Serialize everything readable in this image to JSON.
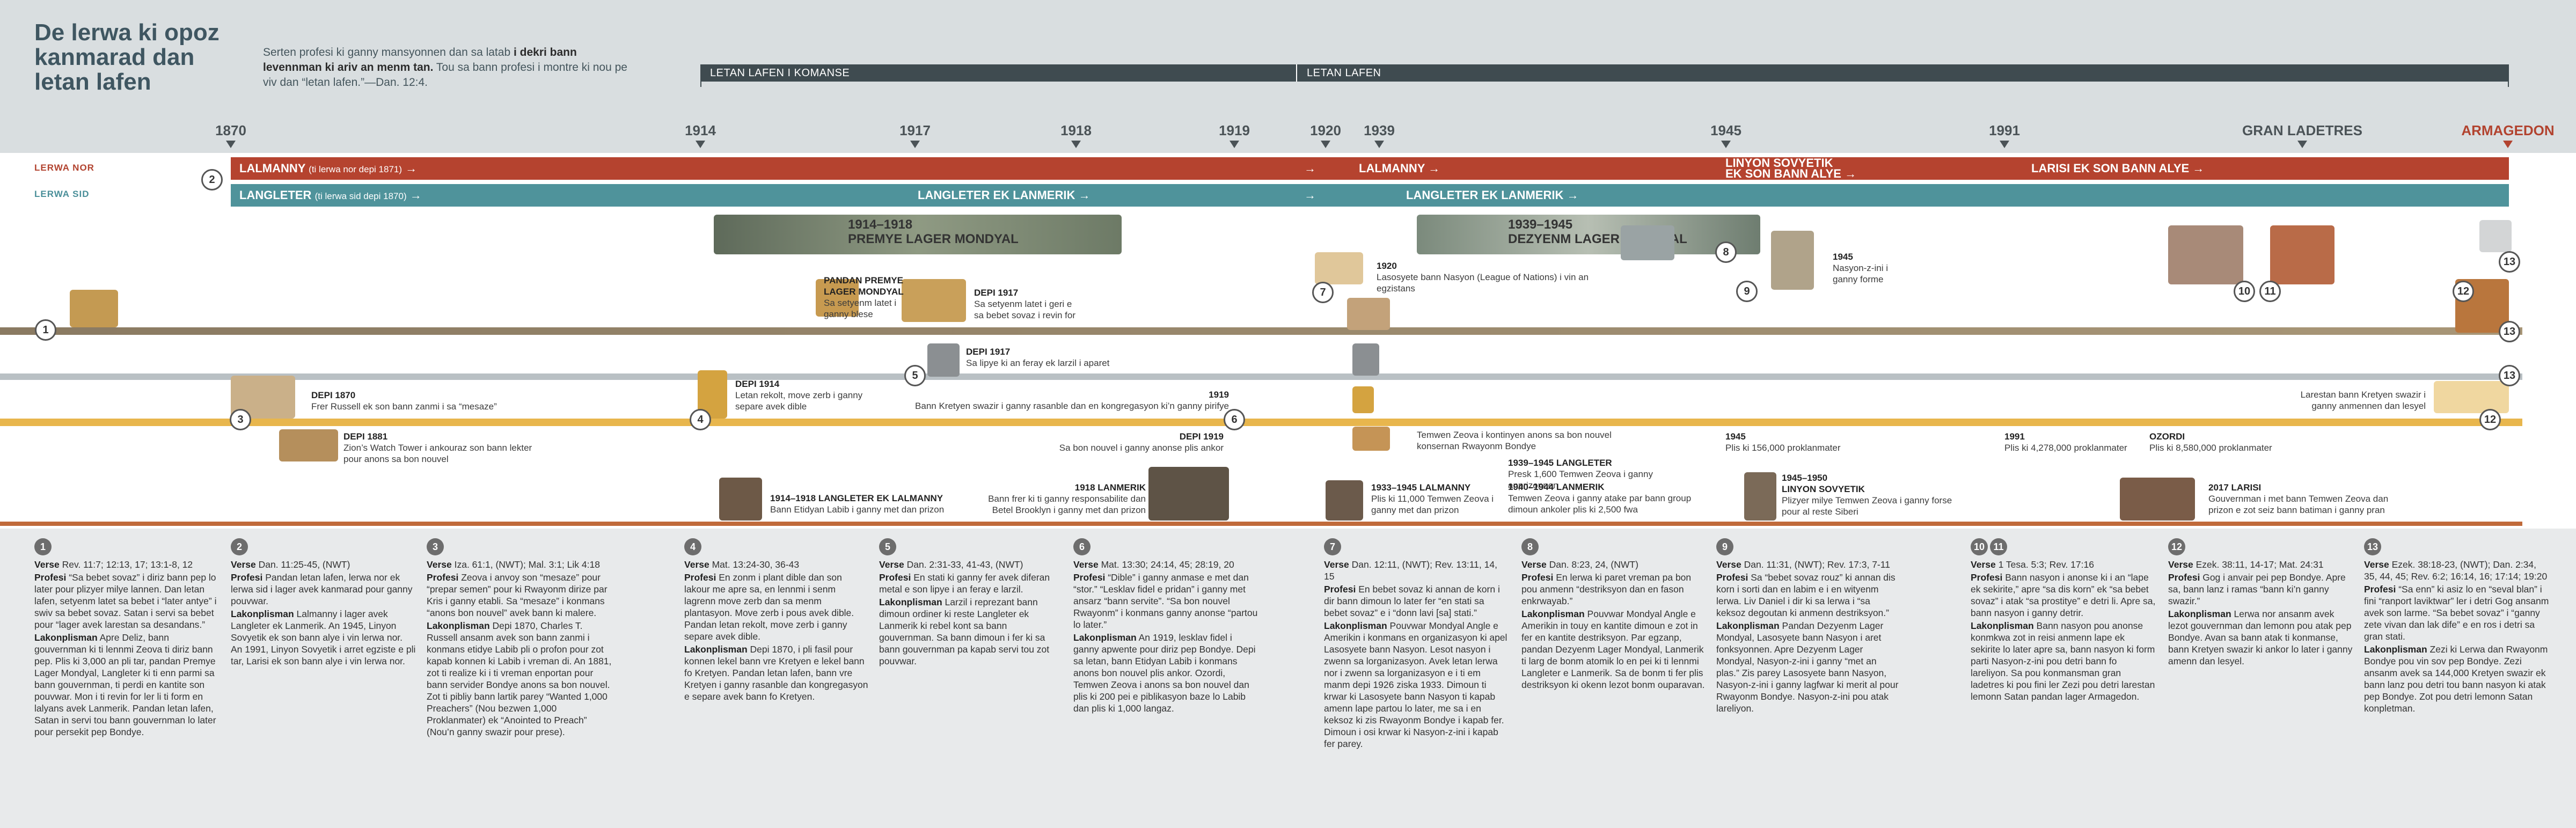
{
  "title": "De lerwa ki opoz kanmarad dan letan lafen",
  "intro": {
    "before": "Serten profesi ki ganny mansyonnen dan sa latab ",
    "bold": "i dekri bann levennman ki ariv an menm tan.",
    "after": " Tou sa bann profesi i montre ki nou pe viv dan “letan lafen.”—Dan. 12:4."
  },
  "eras": {
    "first": "LETAN LAFEN I KOMANSE",
    "second": "LETAN LAFEN"
  },
  "years": [
    "1870",
    "1914",
    "1917",
    "1918",
    "1919",
    "1920",
    "1939",
    "1945",
    "1991",
    "GRAN LADETRES",
    "ARMAGEDON"
  ],
  "lanes": {
    "north_label": "LERWA NOR",
    "south_label": "LERWA SID",
    "north_1_main": "LALMANNY",
    "north_1_sub": "(ti lerwa nor depi 1871)",
    "north_2": "LALMANNY",
    "north_3a": "LINYON SOVYETIK",
    "north_3b": "EK SON BANN ALYE",
    "north_4": "LARISI EK SON BANN ALYE",
    "south_1_main": "LANGLETER",
    "south_1_sub": "(ti lerwa sid depi 1870)",
    "south_2": "LANGLETER EK LANMERIK",
    "south_3": "LANGLETER EK LANMERIK",
    "arrow": "→"
  },
  "wars": {
    "ww1": "1914–1918\nPREMYE LAGER MONDYAL",
    "ww2": "1939–1945\nDEZYENM LAGER MONDYAL"
  },
  "captions": {
    "c1870": "DEPI 1870",
    "c1870_text": "Frer Russell ek son bann zanmi i sa “mesaze”",
    "c1881": "DEPI 1881",
    "c1881_text": "Zion’s Watch Tower i ankouraz son bann lekter pour anons sa bon nouvel",
    "c1914": "DEPI 1914",
    "c1914_text": "Letan rekolt, move zerb i ganny separe avek dible",
    "c_panther": "PANDAN PREMYE LAGER MONDYAL",
    "c_panther_text": "Sa setyenm latet i ganny blese",
    "c1917a": "DEPI 1917",
    "c1917a_text": "Sa setyenm latet i geri e sa bebet sovaz i revin for",
    "c1917b": "DEPI 1917",
    "c1917b_text": "Sa lipye ki an feray ek larzil i aparet",
    "c1919": "1919",
    "c1919_text": "Bann Kretyen swazir i ganny rasanble dan en kongregasyon ki’n ganny pirifye",
    "c1919b": "DEPI 1919",
    "c1919b_text": "Sa bon nouvel i ganny anonse plis ankor",
    "c1920": "1920",
    "c1920_text": "Lasosyete bann Nasyon (League of Nations) i vin an egzistans",
    "c1945un": "1945",
    "c1945un_text": "Nasyon-z-ini i ganny forme",
    "c_jw": "Temwen Zeova i kontinyen anons sa bon nouvel konsernan Rwayonm Bondye",
    "c1945p": "1945",
    "c1945p_text": "Plis ki 156,000 proklanmater",
    "c1991p": "1991",
    "c1991p_text": "Plis ki 4,278,000 proklanmater",
    "c2023": "OZORDI",
    "c2023_text": "Plis ki 8,580,000 proklanmater",
    "c_rest": "Larestan bann Kretyen swazir i ganny anmennen dan lesyel",
    "c1939": "1939–1945 LANGLETER",
    "c1939_text": "Presk 1,600 Temwen Zeova i ganny anprizonnen",
    "c1940": "1940–1944 LANMERIK",
    "c1940_text": "Temwen Zeova i ganny atake par bann group dimoun ankoler plis ki 2,500 fwa",
    "c1933": "1933–1945 LALMANNY",
    "c1933_text": "Plis ki 11,000 Temwen Zeova i ganny met dan prizon",
    "c1950": "1945–1950",
    "c1950b": "LINYON SOVYETIK",
    "c1950_text": "Plizyer milye Temwen Zeova i ganny forse pour al reste Siberi",
    "c2017": "2017 LARISI",
    "c2017_text": "Gouvernman i met bann Temwen Zeova dan prizon e zot seiz bann batiman i ganny pran",
    "c1914ger": "1914–1918 LANGLETER EK LALMANNY",
    "c1914ger_text": "Bann Etidyan Labib i ganny met dan prizon",
    "c1918": "1918 LANMERIK",
    "c1918_text": "Bann frer ki ti ganny responsabilite dan Betel Brooklyn i ganny met dan prizon"
  },
  "columns": [
    {
      "n": "1",
      "verse": "Rev. 11:7; 12:13, 17; 13:1-8, 12",
      "prof": "“Sa bebet sovaz” i diriz bann pep lo later pour plizyer milye lannen. Dan letan lafen, setyenm latet sa bebet i “later antye” i swiv sa bebet sovaz. Satan i servi sa bebet pour “lager avek larestan sa desandans.”",
      "lak": "Apre Deliz, bann gouvernman ki ti lennmi Zeova ti diriz bann pep. Plis ki 3,000 an pli tar, pandan Premye Lager Mondyal, Langleter ki ti enn parmi sa bann gouvernman, ti perdi en kantite son pouvwar. Mon i ti revin for ler li ti form en lalyans avek Lanmerik. Pandan letan lafen, Satan in servi tou bann gouvernman lo later pour persekit pep Bondye."
    },
    {
      "n": "2",
      "verse": "Dan. 11:25-45, (NWT)",
      "prof": "Pandan letan lafen, lerwa nor ek lerwa sid i lager avek kanmarad pour ganny pouvwar.",
      "lak": "Lalmanny i lager avek Langleter ek Lanmerik. An 1945, Linyon Sovyetik ek son bann alye i vin lerwa nor. An 1991, Linyon Sovyetik i arret egziste e pli tar, Larisi ek son bann alye i vin lerwa nor."
    },
    {
      "n": "3",
      "verse": "Iza. 61:1, (NWT); Mal. 3:1; Lik 4:18",
      "prof": "Zeova i anvoy son “mesaze” pour “prepar semen” pour ki Rwayonm dirize par Kris i ganny etabli. Sa “mesaze” i konmans “anons bon nouvel” avek bann ki malere.",
      "lak": "Depi 1870, Charles T. Russell ansanm avek son bann zanmi i konmans etidye Labib pli o profon pour zot kapab konnen ki Labib i vreman di. An 1881, zot ti realize ki i ti vreman enportan pour bann servider Bondye anons sa bon nouvel. Zot ti pibliy bann lartik parey “Wanted 1,000 Preachers” (Nou bezwen 1,000 Proklanmater) ek “Anointed to Preach” (Nou’n ganny swazir pour prese)."
    },
    {
      "n": "4",
      "verse": "Mat. 13:24-30, 36-43",
      "prof": "En zonm i plant dible dan son lakour me apre sa, en lennmi i senm lagrenn move zerb dan sa menm plantasyon. Move zerb i pous avek dible. Pandan letan rekolt, move zerb i ganny separe avek dible.",
      "lak": "Depi 1870, i pli fasil pour konnen lekel bann vre Kretyen e lekel bann fo Kretyen. Pandan letan lafen, bann vre Kretyen i ganny rasanble dan kongregasyon e separe avek bann fo Kretyen."
    },
    {
      "n": "5",
      "verse": "Dan. 2:31-33, 41-43, (NWT)",
      "prof": "En stati ki ganny fer avek diferan metal e son lipye i an feray e larzil.",
      "lak": "Larzil i reprezant bann dimoun ordiner ki reste Langleter ek Lanmerik ki rebel kont sa bann gouvernman. Sa bann dimoun i fer ki sa bann gouvernman pa kapab servi tou zot pouvwar."
    },
    {
      "n": "6",
      "verse": "Mat. 13:30; 24:14, 45; 28:19, 20",
      "prof": "“Dible” i ganny anmase e met dan “stor.” “Lesklav fidel e pridan” i ganny met ansarz “bann servite”. “Sa bon nouvel Rwayonm” i konmans ganny anonse “partou lo later.”",
      "lak": "An 1919, lesklav fidel i ganny apwente pour diriz pep Bondye. Depi sa letan, bann Etidyan Labib i konmans anons bon nouvel plis ankor. Ozordi, Temwen Zeova i anons sa bon nouvel dan plis ki 200 pei e piblikasyon baze lo Labib dan plis ki 1,000 langaz."
    },
    {
      "n": "7",
      "verse": "Dan. 12:11, (NWT); Rev. 13:11, 14, 15",
      "prof": "En bebet sovaz ki annan de korn i dir bann dimoun lo later fer “en stati sa bebet sovaz” e i “donn lavi [sa] stati.”",
      "lak": "Pouvwar Mondyal Angle e Amerikin i konmans en organizasyon ki apel Lasosyete bann Nasyon. Lesot nasyon i zwenn sa lorganizasyon. Avek letan lerwa nor i zwenn sa lorganizasyon e i ti em manm depi 1926 ziska 1933. Dimoun ti krwar ki Lasosyete bann Nasyon ti kapab amenn lape partou lo later, me sa i en keksoz ki zis Rwayonm Bondye i kapab fer. Dimoun i osi krwar ki Nasyon-z-ini i kapab fer parey."
    },
    {
      "n": "8",
      "verse": "Dan. 8:23, 24, (NWT)",
      "prof": "En lerwa ki paret vreman pa bon pou anmenn “destriksyon dan en fason enkrwayab.”",
      "lak": "Pouvwar Mondyal Angle e Amerikin in touy en kantite dimoun e zot in fer en kantite destriksyon. Par egzanp, pandan Dezyenm Lager Mondyal, Lanmerik ti larg de bonm atomik lo en pei ki ti lennmi Langleter e Lanmerik. Sa de bonm ti fer plis destriksyon ki okenn lezot bonm ouparavan."
    },
    {
      "n": "9",
      "verse": "Dan. 11:31, (NWT); Rev. 17:3, 7-11",
      "prof": "Sa “bebet sovaz rouz” ki annan dis korn i sorti dan en labim e i en wityenm lerwa. Liv Daniel i dir ki sa lerwa i “sa keksoz degoutan ki anmenn destriksyon.”",
      "lak": "Pandan Dezyenm Lager Mondyal, Lasosyete bann Nasyon i aret fonksyonnen. Apre Dezyenm Lager Mondyal, Nasyon-z-ini i ganny “met an plas.” Zis parey Lasosyete bann Nasyon, Nasyon-z-ini i ganny lagfwar ki merit al pour Rwayonm Bondye. Nasyon-z-ini pou atak lareliyon."
    },
    {
      "n": "10 11",
      "verse": "1 Tesa. 5:3; Rev. 17:16",
      "prof": "Bann nasyon i anonse ki i an “lape ek sekirite,” apre “sa dis korn” ek “sa bebet sovaz” i atak “sa prostitye” e detri li. Apre sa, bann nasyon i ganny detrir.",
      "lak": "Bann nasyon pou anonse konmkwa zot in reisi anmenn lape ek sekirite lo later apre sa, bann nasyon ki form parti Nasyon-z-ini pou detri bann fo lareliyon. Sa pou konmansman gran ladetres ki pou fini ler Zezi pou detri larestan lemonn Satan pandan lager Armagedon."
    },
    {
      "n": "12",
      "verse": "Ezek. 38:11, 14-17; Mat. 24:31",
      "prof": "Gog i anvair pei pep Bondye. Apre sa, bann lanz i ramas “bann ki’n ganny swazir.”",
      "lak": "Lerwa nor ansanm avek lezot gouvernman dan lemonn pou atak pep Bondye. Avan sa bann atak ti konmanse, bann Kretyen swazir ki ankor lo later i ganny amenn dan lesyel."
    },
    {
      "n": "13",
      "verse": "Ezek. 38:18-23, (NWT); Dan. 2:34, 35, 44, 45; Rev. 6:2; 16:14, 16; 17:14; 19:20",
      "prof": "“Sa enn” ki asiz lo en “seval blan” i fini “ranport laviktwar” ler i detri Gog ansanm avek son larme. “Sa bebet sovaz” i “ganny zete vivan dan lak dife” e en ros i detri sa gran stati.",
      "lak": "Zezi ki Lerwa dan Rwayonm Bondye pou vin sov pep Bondye. Zezi ansanm avek sa 144,000 Kretyen swazir ek bann lanz pou detri tou bann nasyon ki atak pep Bondye. Zot pou detri lemonn Satan konpletman."
    }
  ],
  "labels": {
    "verse": "Verse",
    "prof": "Profesi",
    "lak": "Lakonplisman"
  },
  "colors": {
    "north": "#b5432f",
    "south": "#4f939b",
    "era": "#3f4b50",
    "title": "#3f5661"
  }
}
